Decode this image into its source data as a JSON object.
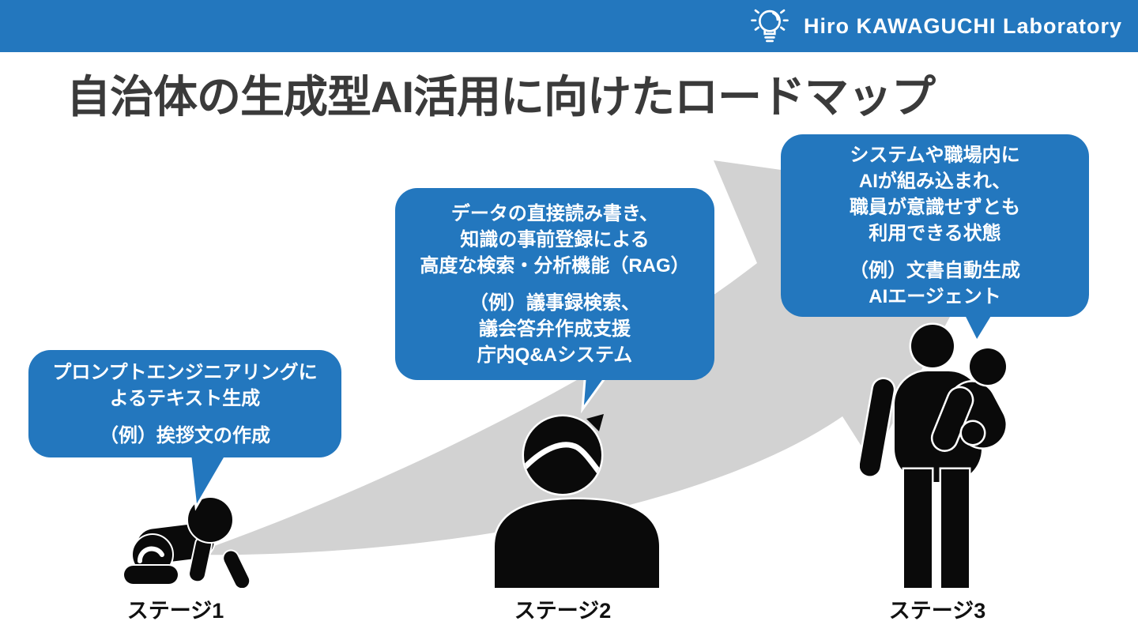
{
  "header": {
    "brand": "Hiro KAWAGUCHI Laboratory",
    "icon": "lightbulb-icon"
  },
  "title": "自治体の生成型AI活用に向けたロードマップ",
  "colors": {
    "header_blue": "#2377BE",
    "bubble_blue": "#2377BE",
    "arrow_gray": "#D2D2D2",
    "title_gray": "#3A3A3A",
    "bubble_text": "#FFFFFF",
    "pictogram_black": "#0A0A0A"
  },
  "arrow": {
    "shape": "curved-growth-arrow",
    "direction": "bottom-left to top-right"
  },
  "stages": [
    {
      "label": "ステージ1",
      "pictogram": "crawling-baby",
      "bubble": {
        "description": [
          "プロンプトエンジニアリングに",
          "よるテキスト生成"
        ],
        "example": [
          "（例）挨拶文の作成"
        ]
      }
    },
    {
      "label": "ステージ2",
      "pictogram": "young-person-bust",
      "bubble": {
        "description": [
          "データの直接読み書き、",
          "知識の事前登録による",
          "高度な検索・分析機能（RAG）"
        ],
        "example": [
          "（例）議事録検索、",
          "議会答弁作成支援",
          "庁内Q&Aシステム"
        ]
      }
    },
    {
      "label": "ステージ3",
      "pictogram": "adult-holding-baby",
      "bubble": {
        "description": [
          "システムや職場内に",
          "AIが組み込まれ、",
          "職員が意識せずとも",
          "利用できる状態"
        ],
        "example": [
          "（例）文書自動生成",
          "AIエージェント"
        ]
      }
    }
  ]
}
